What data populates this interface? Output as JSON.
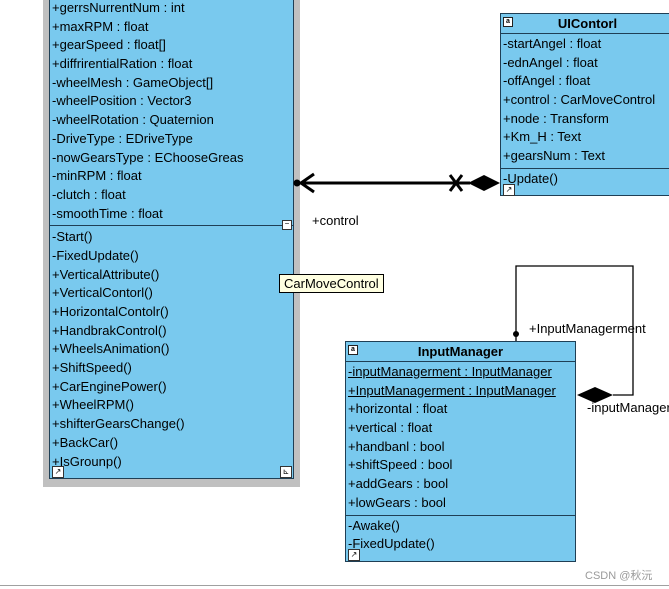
{
  "carMoveControl": {
    "attributes": [
      "+gerrsNurrentNum : int",
      "+maxRPM : float",
      "+gearSpeed : float[]",
      "+diffrirentialRation : float",
      "-wheelMesh : GameObject[]",
      "-wheelPosition : Vector3",
      "-wheelRotation : Quaternion",
      "-DriveType : EDriveType",
      "-nowGearsType : EChooseGreas",
      "-minRPM : float",
      "-clutch : float",
      "-smoothTime : float"
    ],
    "operations": [
      "-Start()",
      "-FixedUpdate()",
      "+VerticalAttribute()",
      "+VerticalContorl()",
      "+HorizontalContolr()",
      "+HandbrakControl()",
      "+WheelsAnimation()",
      "+ShiftSpeed()",
      "+CarEnginePower()",
      "+WheelRPM()",
      "+shifterGearsChange()",
      "+BackCar()",
      "+IsGrounp()"
    ],
    "tooltip": "CarMoveControl"
  },
  "uiControl": {
    "title": "UIContorl",
    "attributes": [
      "-startAngel : float",
      "-ednAngel : float",
      "-offAngel : float",
      "+control : CarMoveControl",
      "+node : Transform",
      "+Km_H : Text",
      "+gearsNum : Text"
    ],
    "operations": [
      "-Update()"
    ]
  },
  "inputManager": {
    "title": "InputManager",
    "static_attributes": [
      "-inputManagerment : InputManager",
      "+InputManagerment : InputManager"
    ],
    "attributes": [
      "+horizontal : float",
      "+vertical : float",
      "+handbanl : bool",
      "+shiftSpeed : bool",
      "+addGears : bool",
      "+lowGears : bool"
    ],
    "operations": [
      "-Awake()",
      "-FixedUpdate()"
    ]
  },
  "associations": {
    "control_label": "+control",
    "self_label_top": "+InputManagerment",
    "self_label_bottom": "-inputManagerment"
  },
  "watermark": "CSDN @秋沅",
  "colors": {
    "class_fill": "#79c9ee",
    "tooltip_fill": "#ffffe1"
  }
}
